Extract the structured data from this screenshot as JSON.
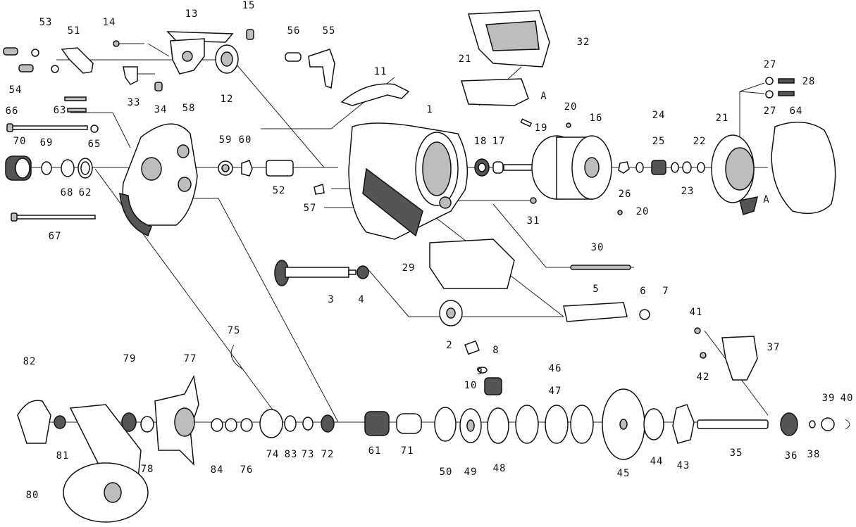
{
  "labels": [
    "1",
    "2",
    "3",
    "4",
    "5",
    "6",
    "7",
    "8",
    "9",
    "10",
    "11",
    "12",
    "13",
    "14",
    "15",
    "16",
    "17",
    "18",
    "19",
    "20",
    "21",
    "22",
    "23",
    "24",
    "25",
    "26",
    "27",
    "28",
    "29",
    "30",
    "31",
    "32",
    "33",
    "34",
    "35",
    "36",
    "37",
    "38",
    "39",
    "40",
    "41",
    "42",
    "43",
    "44",
    "45",
    "46",
    "47",
    "48",
    "49",
    "50",
    "51",
    "52",
    "53",
    "54",
    "55",
    "56",
    "57",
    "58",
    "59",
    "60",
    "61",
    "62",
    "63",
    "64",
    "65",
    "66",
    "67",
    "68",
    "69",
    "70",
    "71",
    "72",
    "73",
    "74",
    "75",
    "76",
    "77",
    "78",
    "79",
    "80",
    "81",
    "82",
    "83",
    "84",
    "A"
  ]
}
